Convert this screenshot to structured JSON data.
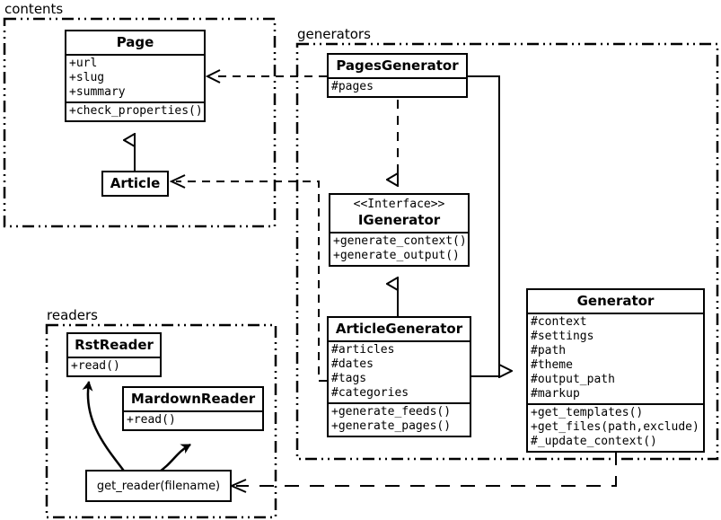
{
  "diagram": {
    "title": "UML class diagram",
    "stroke_color": "#000000",
    "fill_color": "#ffffff"
  },
  "packages": [
    {
      "id": "contents",
      "label": "contents"
    },
    {
      "id": "generators",
      "label": "generators"
    },
    {
      "id": "readers",
      "label": "readers"
    }
  ],
  "classes": {
    "page": {
      "name": "Page",
      "attributes": [
        "+url",
        "+slug",
        "+summary"
      ],
      "methods": [
        "+check_properties()"
      ]
    },
    "article": {
      "name": "Article",
      "attributes": [],
      "methods": []
    },
    "pages_generator": {
      "name": "PagesGenerator",
      "attributes": [
        "#pages"
      ],
      "methods": []
    },
    "igenerator": {
      "stereotype": "<<Interface>>",
      "name": "IGenerator",
      "attributes": [],
      "methods": [
        "+generate_context()",
        "+generate_output()"
      ]
    },
    "article_generator": {
      "name": "ArticleGenerator",
      "attributes": [
        "#articles",
        "#dates",
        "#tags",
        "#categories"
      ],
      "methods": [
        "+generate_feeds()",
        "+generate_pages()"
      ]
    },
    "generator": {
      "name": "Generator",
      "attributes": [
        "#context",
        "#settings",
        "#path",
        "#theme",
        "#output_path",
        "#markup"
      ],
      "methods": [
        "+get_templates()",
        "+get_files(path,exclude)",
        "#_update_context()"
      ]
    },
    "rst_reader": {
      "name": "RstReader",
      "attributes": [],
      "methods": [
        "+read()"
      ]
    },
    "mardown_reader": {
      "name": "MardownReader",
      "attributes": [],
      "methods": [
        "+read()"
      ]
    },
    "get_reader": {
      "name": "get_reader(filename)"
    }
  },
  "relations": [
    {
      "id": "pagesgenerator-uses-page",
      "from": "PagesGenerator",
      "to": "Page",
      "kind": "dependency",
      "style": "dashed",
      "arrow": "open"
    },
    {
      "id": "articlegenerator-uses-article",
      "from": "ArticleGenerator",
      "to": "Article",
      "kind": "dependency",
      "style": "dashed",
      "arrow": "open"
    },
    {
      "id": "article-extends-page",
      "from": "Article",
      "to": "Page",
      "kind": "generalization",
      "style": "solid",
      "arrow": "hollow-triangle"
    },
    {
      "id": "pagesgenerator-impl-igenerator",
      "from": "PagesGenerator",
      "to": "IGenerator",
      "kind": "realization",
      "style": "dashed",
      "arrow": "hollow-triangle"
    },
    {
      "id": "articlegenerator-impl-igenerator",
      "from": "ArticleGenerator",
      "to": "IGenerator",
      "kind": "realization",
      "style": "solid",
      "arrow": "hollow-triangle"
    },
    {
      "id": "pagesgenerator-extends-generator",
      "from": "PagesGenerator",
      "to": "Generator",
      "kind": "generalization",
      "style": "solid",
      "arrow": "hollow-triangle"
    },
    {
      "id": "articlegenerator-extends-generator",
      "from": "ArticleGenerator",
      "to": "Generator",
      "kind": "generalization",
      "style": "solid",
      "arrow": "hollow-triangle"
    },
    {
      "id": "generator-uses-getreader",
      "from": "Generator",
      "to": "get_reader(filename)",
      "kind": "dependency",
      "style": "dashed",
      "arrow": "open"
    },
    {
      "id": "getreader-returns-rstreader",
      "from": "get_reader(filename)",
      "to": "RstReader",
      "kind": "return",
      "style": "curved-solid",
      "arrow": "filled"
    },
    {
      "id": "getreader-returns-mardownreader",
      "from": "get_reader(filename)",
      "to": "MardownReader",
      "kind": "return",
      "style": "curved-solid",
      "arrow": "filled"
    }
  ]
}
